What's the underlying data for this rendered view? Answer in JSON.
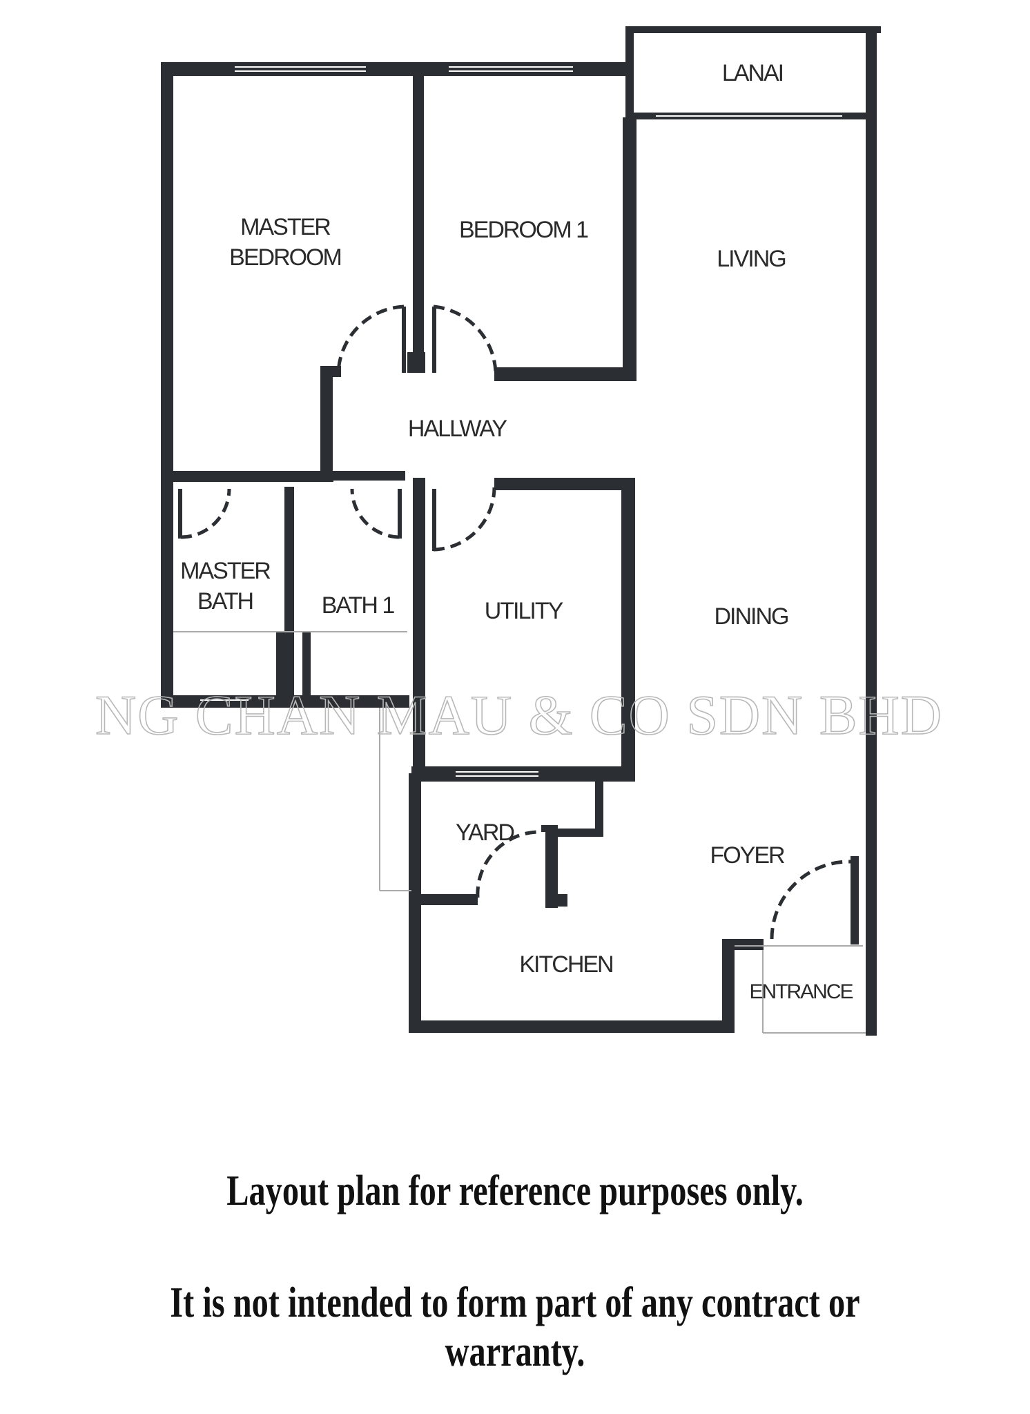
{
  "rooms": {
    "lanai": "LANAI",
    "master_bedroom_1": "MASTER",
    "master_bedroom_2": "BEDROOM",
    "bedroom1": "BEDROOM 1",
    "living": "LIVING",
    "hallway": "HALLWAY",
    "master_bath_1": "MASTER",
    "master_bath_2": "BATH",
    "bath1": "BATH 1",
    "utility": "UTILITY",
    "dining": "DINING",
    "yard": "YARD",
    "foyer": "FOYER",
    "kitchen": "KITCHEN",
    "entrance": "ENTRANCE"
  },
  "watermark": "NG CHAN MAU & CO SDN BHD",
  "notes": {
    "line1": "Layout plan for reference purposes only.",
    "line2": "It is not intended to form part of any contract or warranty."
  },
  "colors": {
    "wall": "#2b2f33",
    "watermark": "#b8b8b8"
  }
}
